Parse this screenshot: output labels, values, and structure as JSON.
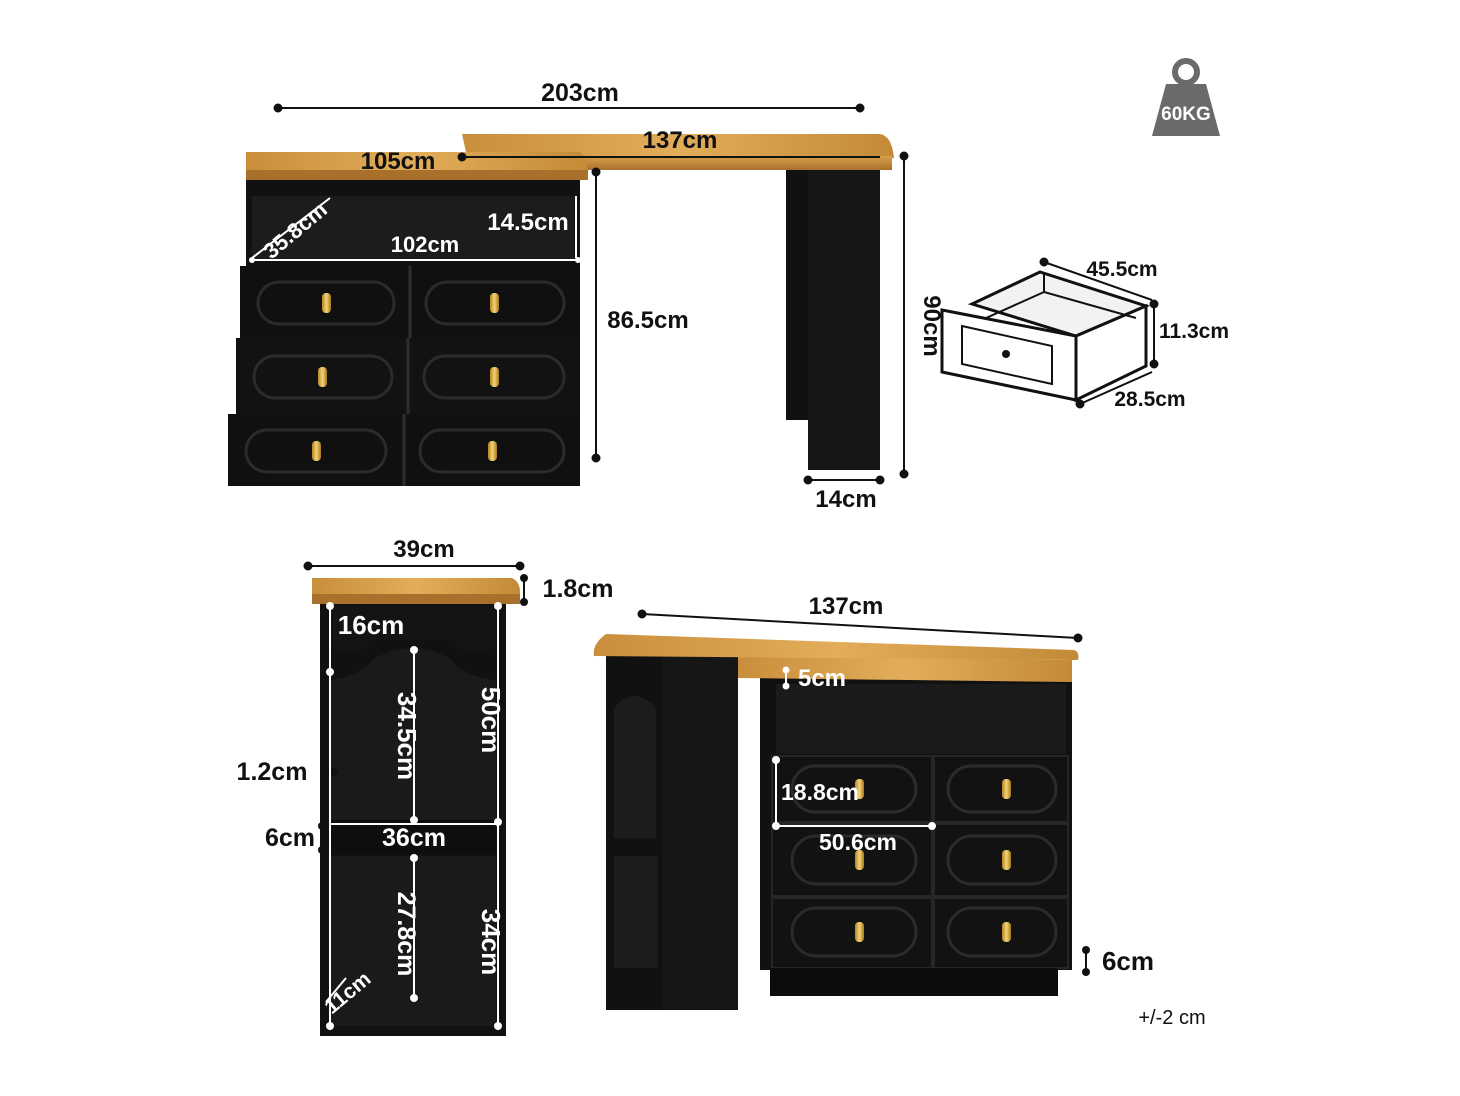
{
  "weight_badge": {
    "label": "60KG"
  },
  "tolerance_note": "+/-2 cm",
  "top_view": {
    "total_width": "203cm",
    "left_top_width": "105cm",
    "right_top_width": "137cm",
    "shelf_depth": "35.8cm",
    "shelf_height": "14.5cm",
    "shelf_width": "102cm",
    "cabinet_height": "86.5cm",
    "overall_height": "90cm",
    "leg_width": "14cm"
  },
  "drawer_detail": {
    "width": "45.5cm",
    "height": "11.3cm",
    "depth": "28.5cm"
  },
  "side_view": {
    "width": "39cm",
    "top_thickness": "1.8cm",
    "top_gap": "16cm",
    "upper_inner": "34.5cm",
    "upper_outer": "50cm",
    "panel_thickness": "1.2cm",
    "shelf_gap": "6cm",
    "inner_width": "36cm",
    "lower_inner": "27.8cm",
    "lower_outer": "34cm",
    "corner": "11cm"
  },
  "front_view": {
    "top_width": "137cm",
    "top_gap": "5cm",
    "drawer_height": "18.8cm",
    "drawer_width": "50.6cm",
    "base_height": "6cm"
  }
}
